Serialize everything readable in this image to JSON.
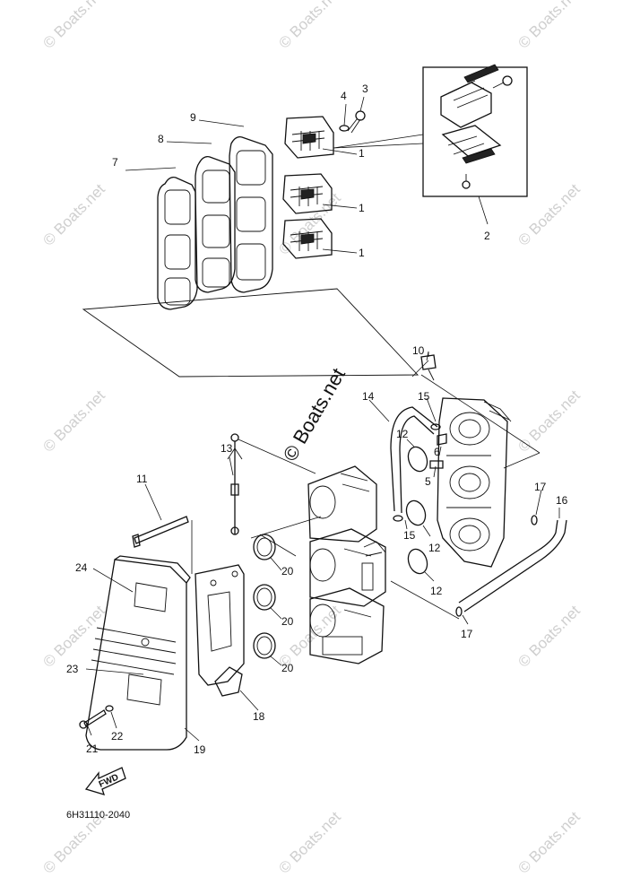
{
  "diagram": {
    "drawing_code": "6H31110-2040",
    "direction_label": "FWD",
    "center_watermark": "© Boats.net",
    "watermark_text": "© Boats.net",
    "callouts": {
      "c1a": "1",
      "c1b": "1",
      "c1c": "1",
      "c2": "2",
      "c3": "3",
      "c4": "4",
      "c5": "5",
      "c6": "6",
      "c7": "7",
      "c8": "8",
      "c9": "9",
      "c10": "10",
      "c11": "11",
      "c12a": "12",
      "c12b": "12",
      "c12c": "12",
      "c13": "13",
      "c14": "14",
      "c15a": "15",
      "c15b": "15",
      "c16": "16",
      "c17a": "17",
      "c17b": "17",
      "c18": "18",
      "c19": "19",
      "c20a": "20",
      "c20b": "20",
      "c20c": "20",
      "c21": "21",
      "c22": "22",
      "c23": "23",
      "c24": "24"
    }
  }
}
